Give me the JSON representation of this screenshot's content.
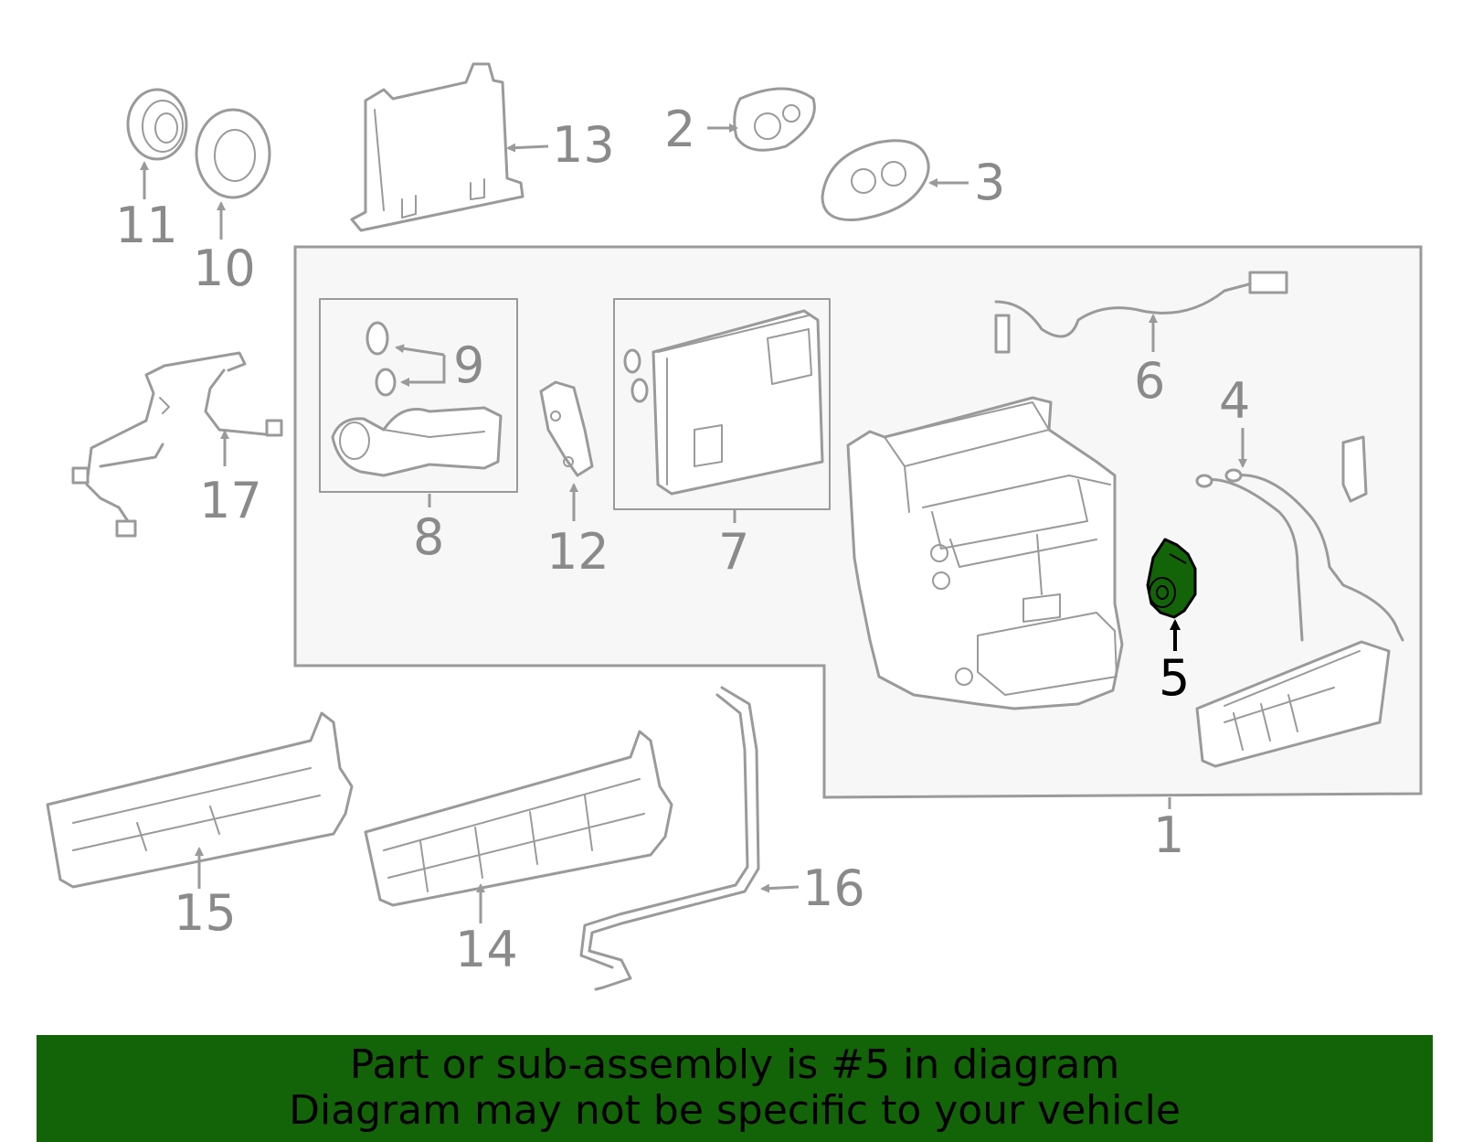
{
  "callouts": {
    "c1": "1",
    "c2": "2",
    "c3": "3",
    "c4": "4",
    "c5": "5",
    "c6": "6",
    "c7": "7",
    "c8": "8",
    "c9": "9",
    "c10": "10",
    "c11": "11",
    "c12": "12",
    "c13": "13",
    "c14": "14",
    "c15": "15",
    "c16": "16",
    "c17": "17"
  },
  "highlighted_part": "5",
  "colors": {
    "banner": "#136309",
    "highlight": "#136309",
    "line": "#9a9a9a",
    "panel": "#f7f7f7"
  },
  "banner": {
    "line1": "Part or sub-assembly is #5 in diagram",
    "line2": "Diagram may not be specific to your vehicle"
  }
}
